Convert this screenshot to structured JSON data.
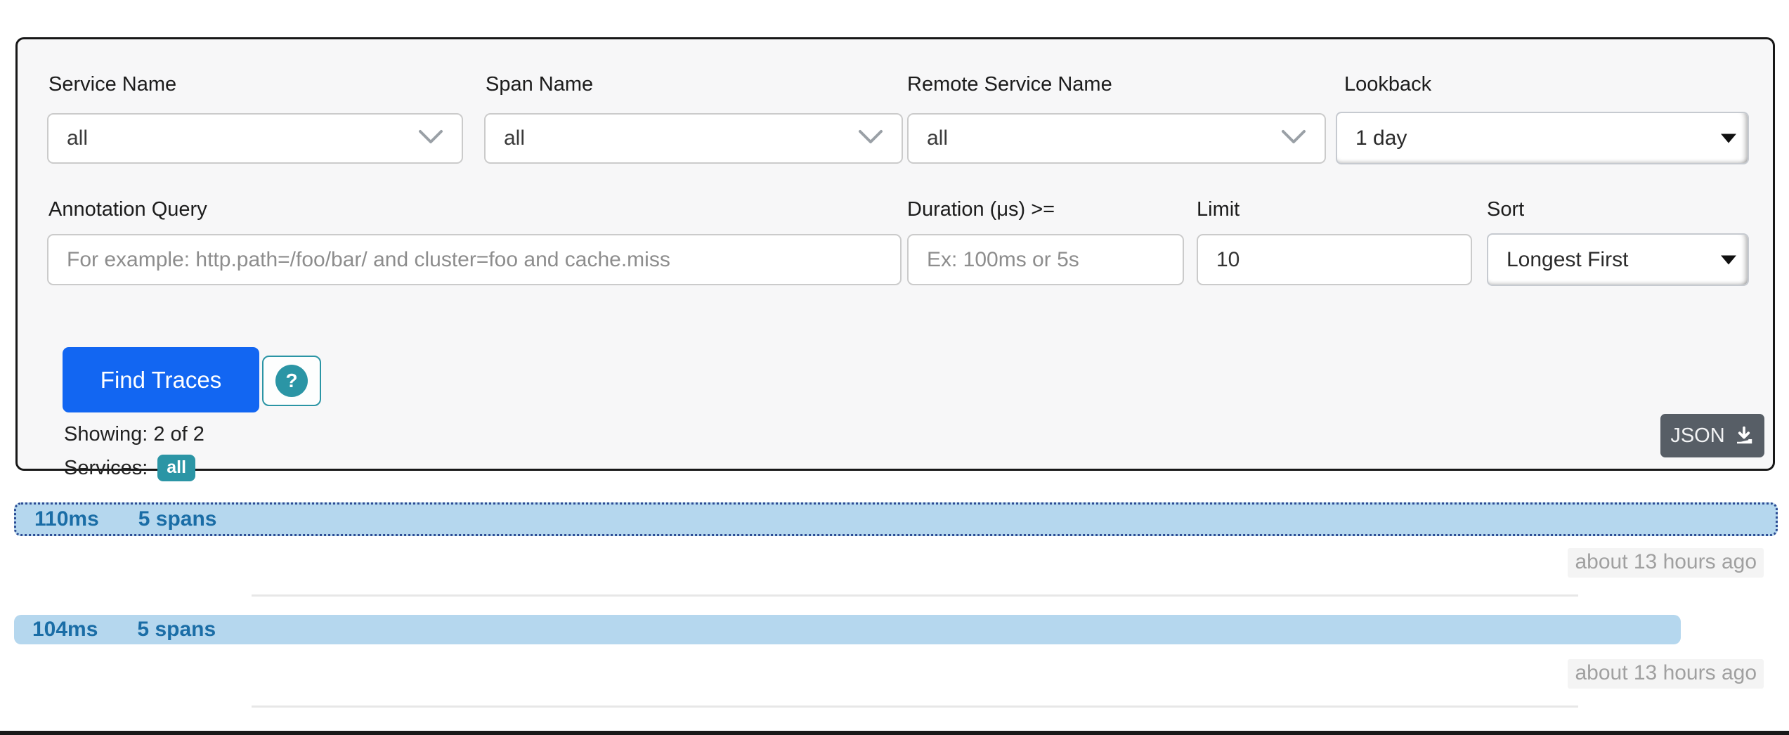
{
  "search": {
    "service_name": {
      "label": "Service Name",
      "value": "all"
    },
    "span_name": {
      "label": "Span Name",
      "value": "all"
    },
    "remote_service_name": {
      "label": "Remote Service Name",
      "value": "all"
    },
    "lookback": {
      "label": "Lookback",
      "value": "1 day"
    },
    "annotation_query": {
      "label": "Annotation Query",
      "placeholder": "For example: http.path=/foo/bar/ and cluster=foo and cache.miss",
      "value": ""
    },
    "duration": {
      "label": "Duration (μs) >=",
      "placeholder": "Ex: 100ms or 5s",
      "value": ""
    },
    "limit": {
      "label": "Limit",
      "value": "10"
    },
    "sort": {
      "label": "Sort",
      "value": "Longest First"
    },
    "find_traces_label": "Find Traces",
    "help_label": "?",
    "showing_text": "Showing: 2 of 2",
    "services_label": "Services:",
    "services_value": "all",
    "json_button_label": "JSON"
  },
  "traces": [
    {
      "duration": "110ms",
      "span_count": "5 spans",
      "timestamp": "about 13 hours ago",
      "width_pct": 100,
      "selected": true
    },
    {
      "duration": "104ms",
      "span_count": "5 spans",
      "timestamp": "about 13 hours ago",
      "width_pct": 94.5,
      "selected": false
    }
  ],
  "colors": {
    "accent_blue": "#1266f2",
    "teal": "#2b95a5",
    "trace_bar_fill": "#b5d7ee",
    "trace_bar_text": "#1a6da6",
    "selected_dotted_border": "#2c4c94",
    "json_button_bg": "#575e66",
    "panel_bg": "#f7f7f8"
  }
}
